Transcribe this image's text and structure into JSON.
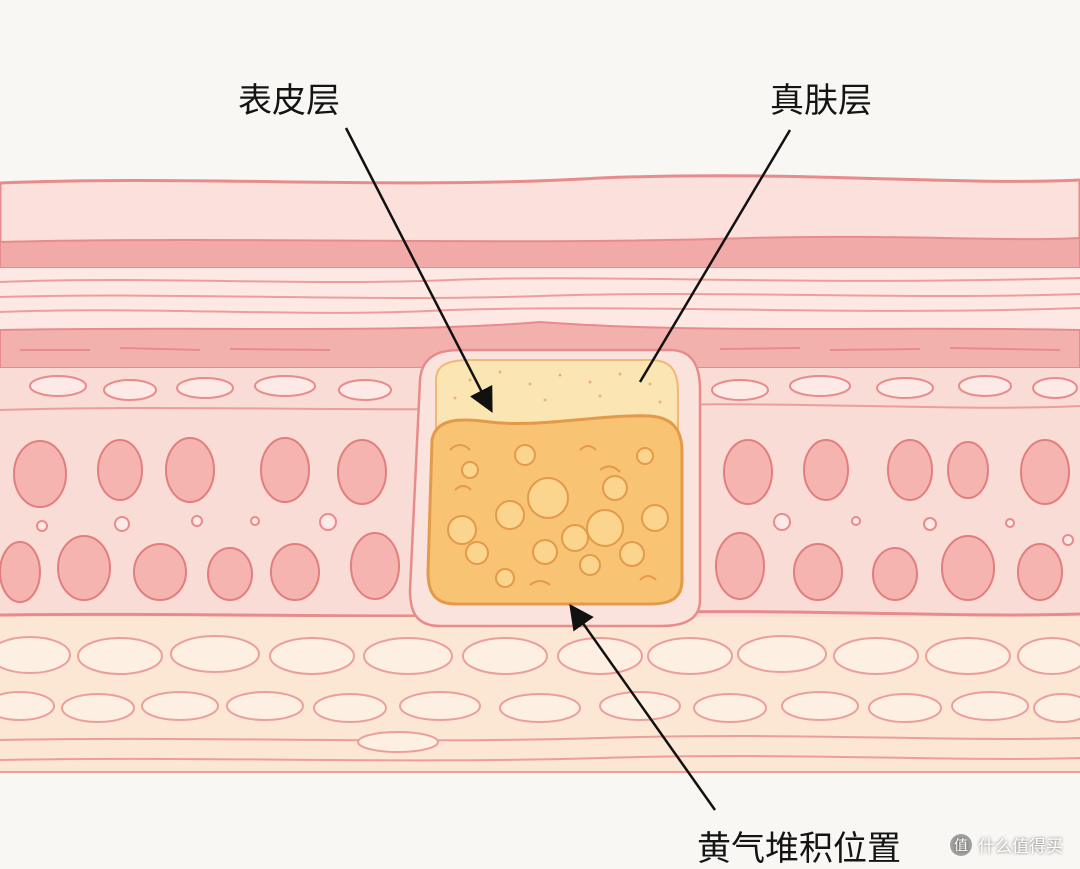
{
  "labels": {
    "epidermis": "表皮层",
    "dermis": "真肤层",
    "deposit": "黄气堆积位置"
  },
  "watermark": {
    "text": "什么值得买",
    "icon": "value-logo-icon"
  },
  "colors": {
    "skin_outline": "#e88b8b",
    "skin_band": "#f3b3b1",
    "skin_light": "#fbe3df",
    "fat_layer": "#fde7d3",
    "deposit_core": "#f7c070",
    "deposit_top": "#fbe6b4",
    "arrow": "#111111"
  }
}
